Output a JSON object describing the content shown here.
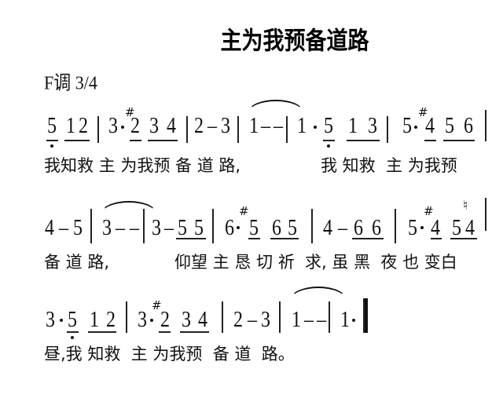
{
  "title": "主为我预备道路",
  "key_signature": "F调  3/4",
  "lines": [
    {
      "notation": [
        "5̣ 1 2",
        "3·#2 3 4",
        "2 – 3",
        "1 – –",
        "1·5̣ 1 3",
        "5·#4 5 6"
      ],
      "lyrics": "我知救 主 为我预 备 道 路,      我 知救  主 为我预"
    },
    {
      "notation": [
        "4 – 5",
        "3 – –",
        "3 – 5 5",
        "6·#5 6 5",
        "4 – 6 6",
        "5·#4 5♮4"
      ],
      "lyrics": "备 道 路,       仰望 主 恳 切 祈  求, 虽 黑  夜 也 变白"
    },
    {
      "notation": [
        "3·5̣ 1 2",
        "3·#2 3 4",
        "2 – 3",
        "1 – –",
        "1·"
      ],
      "lyrics": "昼,我 知救  主 为我预  备 道  路。"
    }
  ],
  "glyphs": {
    "dash": "–",
    "sharp": "#",
    "natural": "♮",
    "dot": "·"
  },
  "l1": {
    "n1": "5",
    "n2": "1",
    "n3": "2",
    "n4": "3",
    "n5": "2",
    "n6": "3",
    "n7": "4",
    "n8": "2",
    "n9": "–",
    "n10": "3",
    "n11": "1",
    "n12": "–",
    "n13": "–",
    "n14": "1",
    "n15": "5",
    "n16": "1",
    "n17": "3",
    "n18": "5",
    "n19": "4",
    "n20": "5",
    "n21": "6"
  },
  "l2": {
    "n1": "4",
    "n2": "–",
    "n3": "5",
    "n4": "3",
    "n5": "–",
    "n6": "–",
    "n7": "3",
    "n8": "–",
    "n9": "5",
    "n10": "5",
    "n11": "6",
    "n12": "5",
    "n13": "6",
    "n14": "5",
    "n15": "4",
    "n16": "–",
    "n17": "6",
    "n18": "6",
    "n19": "5",
    "n20": "4",
    "n21": "5",
    "n22": "4"
  },
  "l3": {
    "n1": "3",
    "n2": "5",
    "n3": "1",
    "n4": "2",
    "n5": "3",
    "n6": "2",
    "n7": "3",
    "n8": "4",
    "n9": "2",
    "n10": "–",
    "n11": "3",
    "n12": "1",
    "n13": "–",
    "n14": "–",
    "n15": "1"
  },
  "lyrics": {
    "l1a": "我知救 主 为我预 备 道 路,",
    "l1b": "我 知救  主 为我预",
    "l2a": "备 道 路,",
    "l2b": "仰望 主 恳 切 祈  求, 虽 黑  夜 也 变白",
    "l3": "昼,我 知救  主 为我预  备 道  路。"
  }
}
